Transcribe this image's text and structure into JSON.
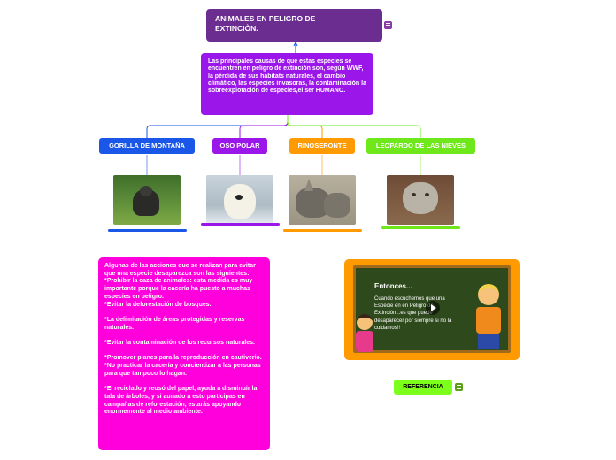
{
  "title": {
    "text": "ANIMALES EN PELIGRO DE\nEXTINCIÒN."
  },
  "causes": {
    "text": "Las principales causas de que estas especies se encuentren en peligro de extinción son, según WWF, la pérdida de sus hábitats naturales, el cambio climático, las especies invasoras, la contaminación la sobreexplotación de especies,el ser HUMANO."
  },
  "animals": [
    {
      "label": "GORILLA DE MONTAÑA",
      "color": "#1a56e8",
      "photo": "gorilla-photo"
    },
    {
      "label": "OSO POLAR",
      "color": "#9b16e8",
      "photo": "polar-bear-photo"
    },
    {
      "label": "RINOSERONTE",
      "color": "#ff9a00",
      "photo": "rhino-photo"
    },
    {
      "label": "LEOPARDO DE LAS NIEVES",
      "color": "#6ee81a",
      "photo": "snow-leopard-photo"
    }
  ],
  "actions": {
    "text": "Algunas de las acciones que se realizan para evitar que una especie desaparezca son las siguientes:\n*Prohibir la caza de animales: esta medida es muy importante porque la cacería ha puesto a muchas especies en peligro.\n*Evitar la deforestación de bosques.\n\n*La delimitación de áreas protegidas y reservas naturales.\n\n*Evitar la contaminación de los recursos naturales.\n\n*Promover planes para la reproducción en cautiverio.\n*No practicar la cacería y concientizar a las personas para que tampoco lo hagan.\n\n*El reciclado y reusó del papel, ayuda a disminuir la tala de árboles, y si aunado a esto participas en campañas de reforestación, estarás apoyando enormemente al medio ambiente."
  },
  "video": {
    "board_title": "Entonces...",
    "board_text": "Cuando escuchemos que una Especie en en Peligro de Extinción...es que puede desaparecer por siempre si no la cuidamos!!"
  },
  "reference": {
    "label": "REFERENCIA"
  },
  "colors": {
    "title_bg": "#6b2d8f",
    "causes_bg": "#9b16e8",
    "actions_bg": "#ff00dd",
    "video_frame": "#ff9a00",
    "reference_bg": "#7cff1a"
  }
}
